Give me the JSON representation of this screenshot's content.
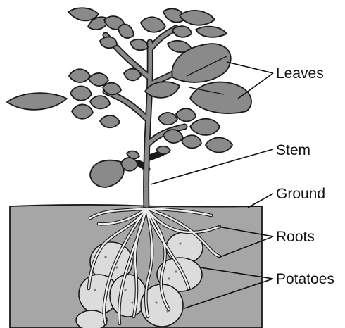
{
  "labels": {
    "leaves": "Leaves",
    "stem": "Stem",
    "ground": "Ground",
    "roots": "Roots",
    "potatoes": "Potatoes"
  },
  "colors": {
    "leaf": "#8a8a8a",
    "soil": "#a6a6a6",
    "potato": "#dcdcdc",
    "outline": "#1a1a1a"
  }
}
